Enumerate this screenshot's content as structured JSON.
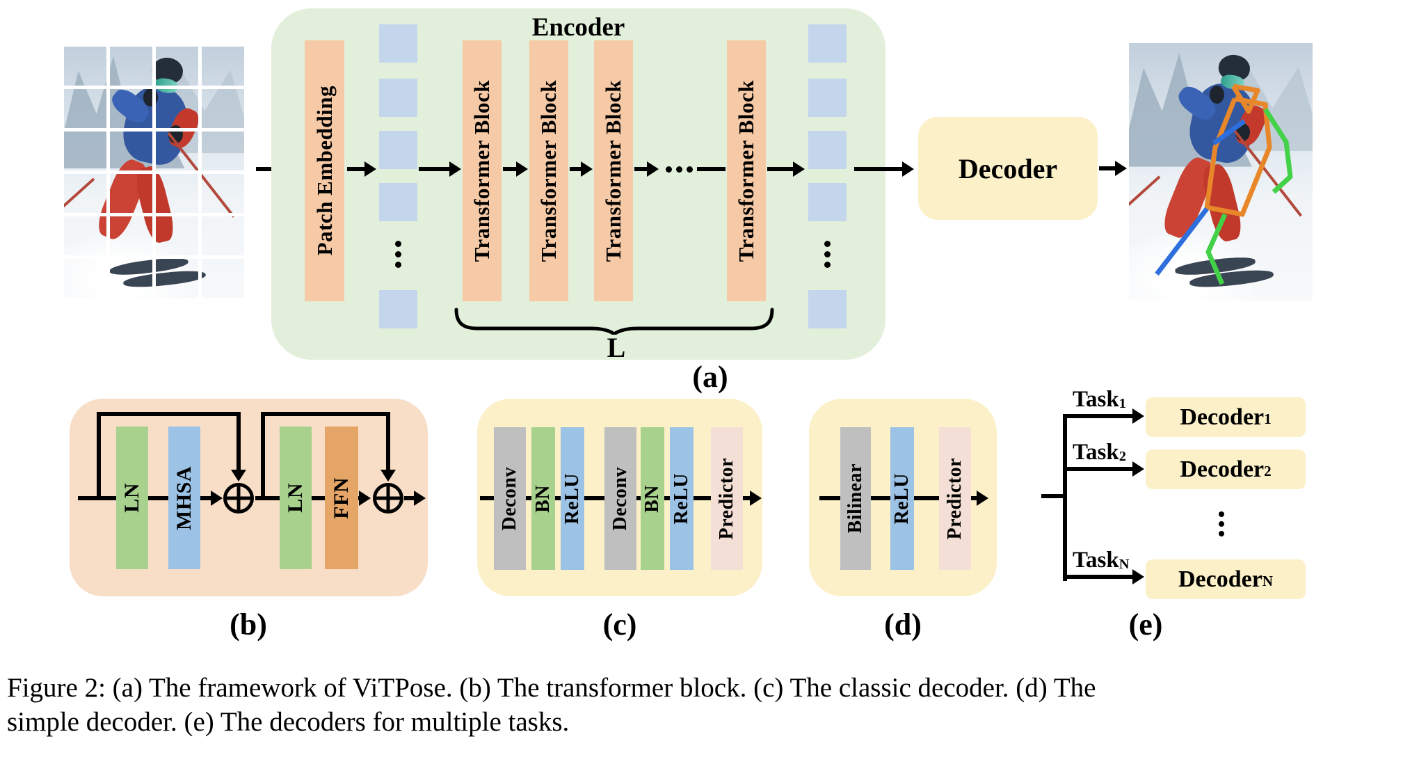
{
  "panel_a": {
    "encoder_title": "Encoder",
    "patch_embedding_label": "Patch Embedding",
    "transformer_block_label": "Transformer Block",
    "brace_label": "L",
    "decoder_label": "Decoder",
    "caption": "(a)"
  },
  "panel_b": {
    "ln1": "LN",
    "mhsa": "MHSA",
    "ln2": "LN",
    "ffn": "FFN",
    "caption": "(b)"
  },
  "panel_c": {
    "bars": [
      "Deconv",
      "BN",
      "ReLU",
      "Deconv",
      "BN",
      "ReLU",
      "Predictor"
    ],
    "caption": "(c)"
  },
  "panel_d": {
    "bars": [
      "Bilinear",
      "ReLU",
      "Predictor"
    ],
    "caption": "(d)"
  },
  "panel_e": {
    "tasks": [
      {
        "base": "Task",
        "sub": "1"
      },
      {
        "base": "Task",
        "sub": "2"
      },
      {
        "base": "Task",
        "sub": "N"
      }
    ],
    "decoders": [
      {
        "base": "Decoder",
        "sub": "1"
      },
      {
        "base": "Decoder",
        "sub": "2"
      },
      {
        "base": "Decoder",
        "sub": "N"
      }
    ],
    "caption": "(e)"
  },
  "figure_caption": {
    "line1": "Figure 2: (a) The framework of ViTPose. (b) The transformer block. (c) The classic decoder. (d) The",
    "line2": "simple decoder. (e) The decoders for multiple tasks."
  },
  "colors": {
    "encoder_bg": "#E2EFDA",
    "token_blue": "#C3D6EC",
    "orange_bar": "#F6CAA6",
    "transformer_panel_bg": "#F8DDC7",
    "green_bar": "#A9D18E",
    "blue_bar": "#9CC2E5",
    "ffn_orange": "#E5A566",
    "gray_bar": "#BFBFBF",
    "predictor_pink": "#F3DFD5",
    "decoder_yellow": "#FBF0C8",
    "skeleton_orange": "#E8872A",
    "skeleton_green": "#43D148",
    "skeleton_blue": "#2F6FDD"
  }
}
